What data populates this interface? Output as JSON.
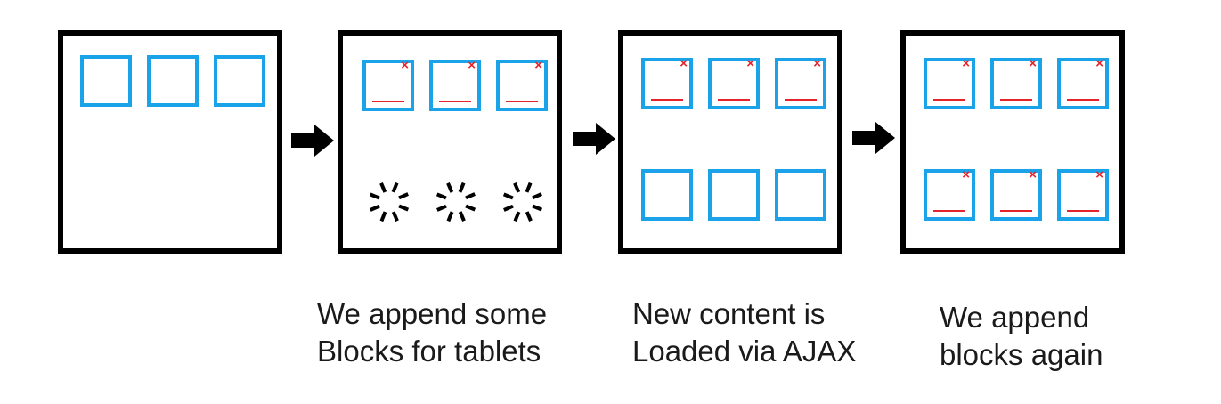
{
  "captions": [
    {
      "line1": "We append some",
      "line2": "Blocks for tablets"
    },
    {
      "line1": "New content is",
      "line2": "Loaded via AJAX"
    },
    {
      "line1": "We append",
      "line2": "blocks again"
    }
  ],
  "colors": {
    "block_border": "#1aa3e8",
    "close_mark": "#e4232b",
    "frame_border": "#000000"
  },
  "symbols": {
    "close": "×"
  },
  "icons": {
    "arrow": "arrow-right-icon",
    "spinner": "loading-spinner-icon",
    "close": "close-icon"
  }
}
